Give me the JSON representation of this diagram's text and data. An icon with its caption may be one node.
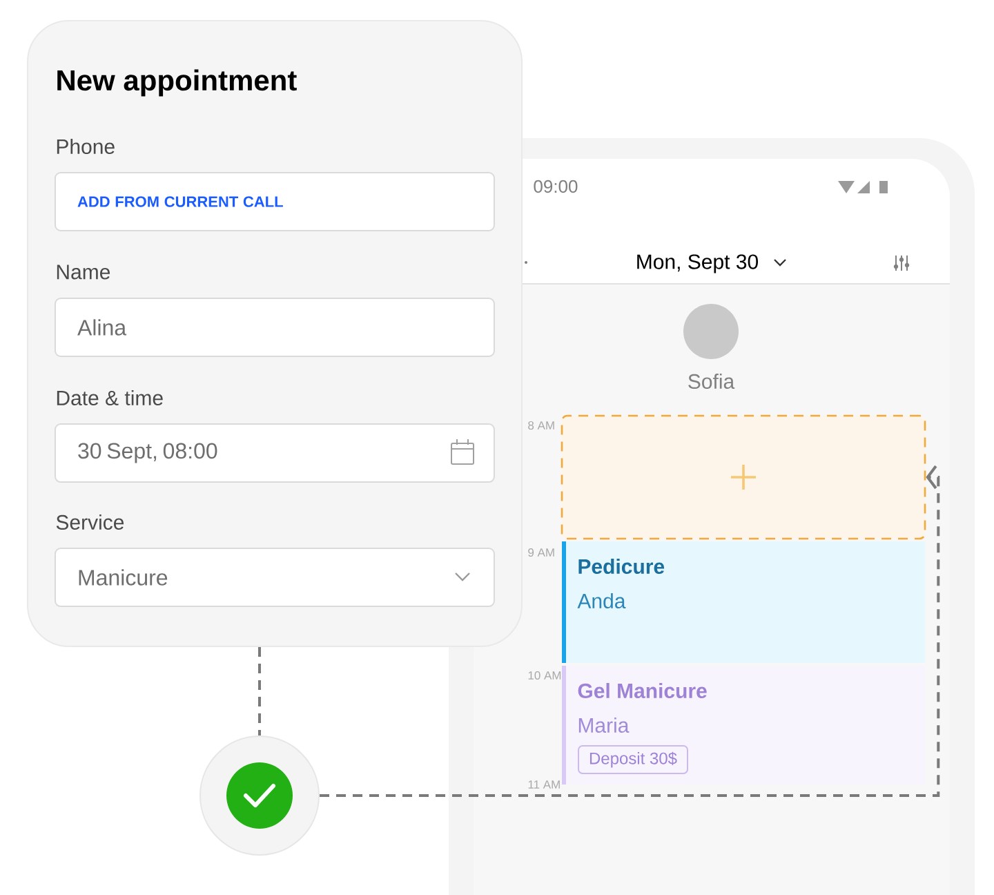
{
  "diagram": {
    "nodes": [
      {
        "text": [
          "New appointment"
        ]
      },
      {
        "text": [
          "Phone",
          "ADD FROM CURRENT CALL"
        ],
        "in": 0
      },
      {
        "text": [
          "Name",
          "Alina"
        ],
        "in": 0
      },
      {
        "text": [
          "Date & time",
          "30 Sept, 08:00"
        ],
        "in": 0
      },
      {
        "text": [
          "Service",
          "Manicure"
        ],
        "in": 0
      },
      {
        "text": [],
        "shape": "circle"
      },
      {
        "text": [
          "09:00",
          "Mon, Sept 30",
          "Sofia"
        ]
      },
      {
        "text": [],
        "shape": "box",
        "in": 6
      },
      {
        "text": [
          "Pedicure",
          "Anda"
        ],
        "in": 6
      },
      {
        "text": [
          "Gel Manicure",
          "Maria"
        ],
        "in": 6
      },
      {
        "text": [
          "Deposit 30$"
        ],
        "in": 9
      }
    ],
    "edges": [
      {
        "from": 0,
        "to": 5,
        "arrow": "none",
        "style": "dashed"
      },
      {
        "from": 5,
        "to": 7,
        "arrow": "to",
        "style": "dashed"
      }
    ],
    "labels": [
      "8 AM",
      "9 AM",
      "10 AM",
      "11 AM"
    ]
  }
}
